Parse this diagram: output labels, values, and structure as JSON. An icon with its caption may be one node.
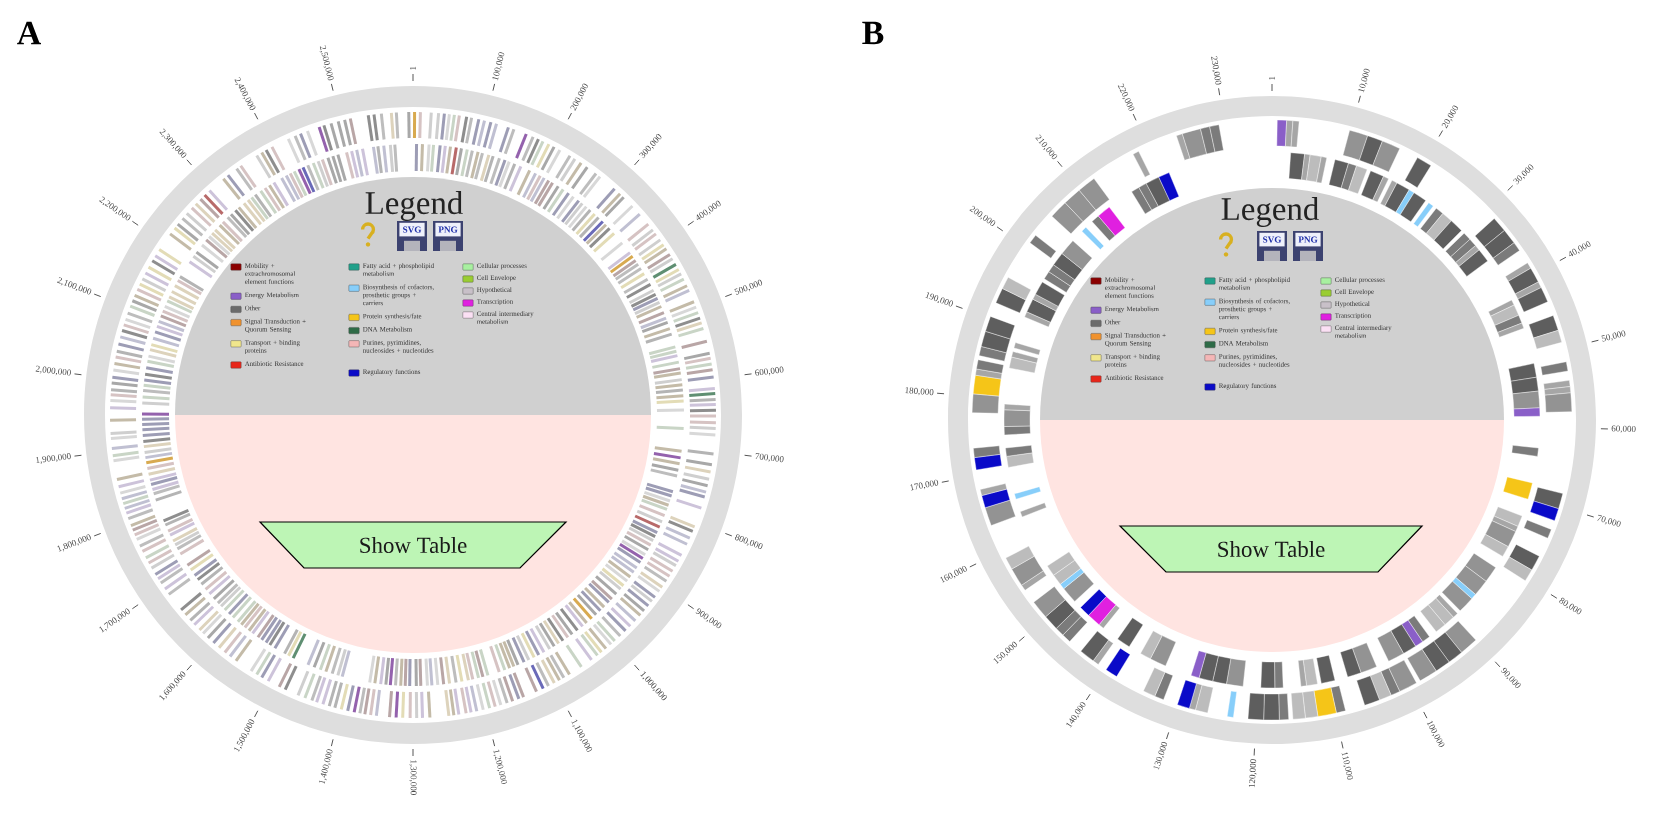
{
  "diagram": {
    "nodes": [
      {
        "text": [
          "Legend"
        ]
      },
      {
        "text": [
          "Show Table"
        ]
      },
      {
        "text": [
          "Legend"
        ]
      },
      {
        "text": [
          "Show Table"
        ]
      }
    ],
    "labels": [
      "A",
      "1",
      "100,000",
      "200,000",
      "300,000",
      "400,000",
      "500,000",
      "600,000",
      "700,000",
      "800,000",
      "900,000",
      "1,000,000",
      "1,100,000",
      "1,200,000",
      "1,300,000",
      "1,400,000",
      "1,500,000",
      "1,600,000",
      "1,700,000",
      "1,800,000",
      "1,900,000",
      "2,000,000",
      "2,100,000",
      "2,200,000",
      "2,300,000",
      "2,400,000",
      "2,500,000",
      "SVG",
      "PNG",
      "B",
      "1",
      "10,000",
      "20,000",
      "30,000",
      "40,000",
      "50,000",
      "60,000",
      "70,000",
      "80,000",
      "90,000",
      "100,000",
      "110,000",
      "120,000",
      "130,000",
      "140,000",
      "150,000",
      "160,000",
      "170,000",
      "180,000",
      "190,000",
      "200,000",
      "210,000",
      "220,000",
      "230,000",
      "SVG",
      "PNG"
    ],
    "legend": [
      {
        "text": "Mobility + extrachromosomal element functions",
        "color": "#8b0000"
      },
      {
        "text": "Energy Metabolism",
        "color": "#8a5fc8"
      },
      {
        "text": "Other",
        "color": "#6b6b6b"
      },
      {
        "text": "Signal Transduction + Quorum Sensing",
        "color": "#f0922e"
      },
      {
        "text": "Transport + binding proteins",
        "color": "#f0e68c"
      },
      {
        "text": "Antibiotic Resistance",
        "color": "#e8261a"
      },
      {
        "text": "Fatty acid + phospholipid metabolism",
        "color": "#20a08a"
      },
      {
        "text": "Biosynthesis of cofactors, prosthetic groups + carriers",
        "color": "#87cefa"
      },
      {
        "text": "Protein synthesis/fate",
        "color": "#f5c518"
      },
      {
        "text": "DNA Metabolism",
        "color": "#2e6b47"
      },
      {
        "text": "Purines, pyrimidines, nucleosides + nucleotides",
        "color": "#f4b6b6"
      },
      {
        "text": "Regulatory functions",
        "color": "#0a0ac8"
      },
      {
        "text": "Cellular processes",
        "color": "#a8f0a0"
      },
      {
        "text": "Cell Envelope",
        "color": "#9acd32"
      },
      {
        "text": "Hypothetical",
        "color": "#c8c0c8"
      },
      {
        "text": "Transcription",
        "color": "#e020e0"
      },
      {
        "text": "Central intermediary metabolism",
        "color": "#fbe0f4"
      },
      {
        "text": "Mobility + extrachromosomal element functions",
        "color": "#8b0000"
      },
      {
        "text": "Energy Metabolism",
        "color": "#8a5fc8"
      },
      {
        "text": "Other",
        "color": "#6b6b6b"
      },
      {
        "text": "Signal Transduction + Quorum Sensing",
        "color": "#f0922e"
      },
      {
        "text": "Transport + binding proteins",
        "color": "#f0e68c"
      },
      {
        "text": "Antibiotic Resistance",
        "color": "#e8261a"
      },
      {
        "text": "Fatty acid + phospholipid metabolism",
        "color": "#20a08a"
      },
      {
        "text": "Biosynthesis of cofactors, prosthetic groups + carriers",
        "color": "#87cefa"
      },
      {
        "text": "Protein synthesis/fate",
        "color": "#f5c518"
      },
      {
        "text": "DNA Metabolism",
        "color": "#2e6b47"
      },
      {
        "text": "Purines, pyrimidines, nucleosides + nucleotides",
        "color": "#f4b6b6"
      },
      {
        "text": "Regulatory functions",
        "color": "#0a0ac8"
      },
      {
        "text": "Cellular processes",
        "color": "#a8f0a0"
      },
      {
        "text": "Cell Envelope",
        "color": "#9acd32"
      },
      {
        "text": "Hypothetical",
        "color": "#c8c0c8"
      },
      {
        "text": "Transcription",
        "color": "#e020e0"
      },
      {
        "text": "Central intermediary metabolism",
        "color": "#fbe0f4"
      }
    ]
  }
}
